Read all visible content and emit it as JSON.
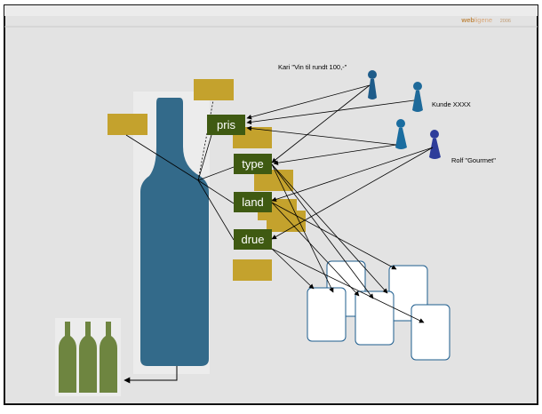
{
  "header": {
    "brand_prefix": "web",
    "brand_suffix": "ligene",
    "year": "2006"
  },
  "attributes": [
    {
      "id": "pris",
      "label": "pris"
    },
    {
      "id": "type",
      "label": "type"
    },
    {
      "id": "land",
      "label": "land"
    },
    {
      "id": "drue",
      "label": "drue"
    }
  ],
  "users": [
    {
      "id": "kari",
      "label": "Kari \"Vin til rundt 100,-\"",
      "color": "#1e5c8a"
    },
    {
      "id": "kunde",
      "label": "Kunde XXXX",
      "color": "#1e6a9a"
    },
    {
      "id": "user3",
      "label": "",
      "color": "#1a6da0"
    },
    {
      "id": "rolf",
      "label": "Rolf \"Gourmet\"",
      "color": "#2e3d9a"
    }
  ],
  "colors": {
    "background": "#e3e3e3",
    "border": "#111111",
    "bottle": "#336a8a",
    "attribute_box": "#3f5a12",
    "value_box": "#c4a22d",
    "small_bottles": "#6e8540",
    "card_stroke": "#1d5d8e",
    "brand": "#c08a47"
  }
}
